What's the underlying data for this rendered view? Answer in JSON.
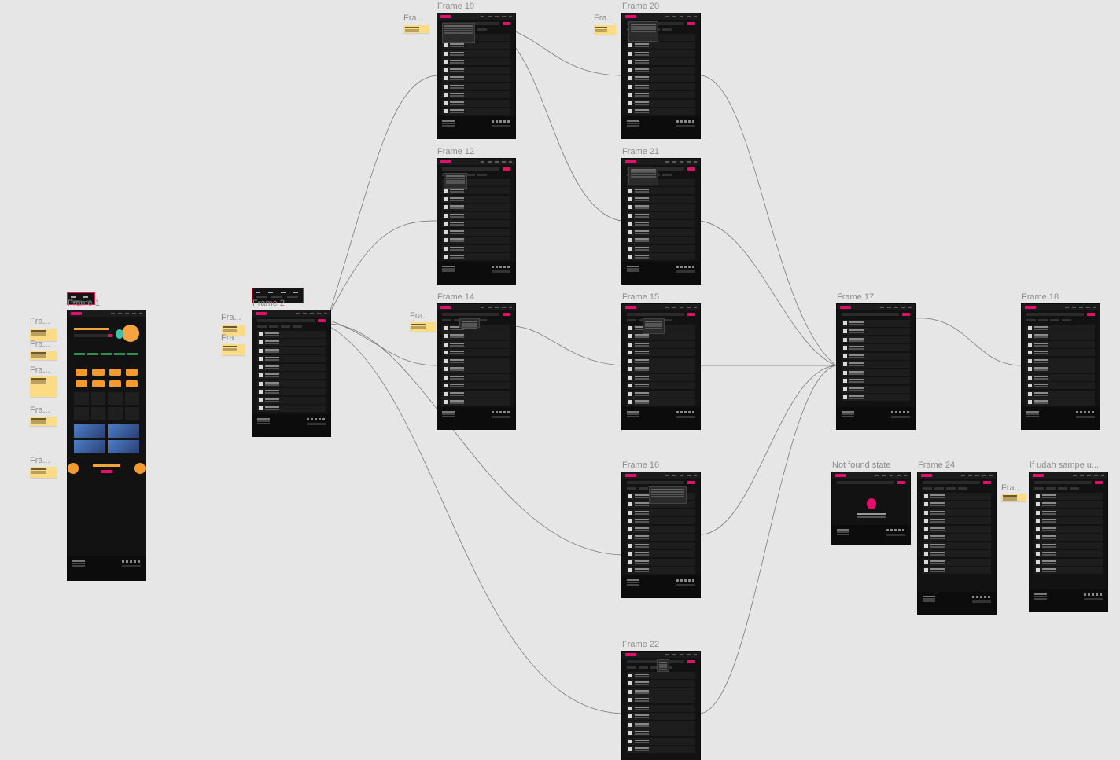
{
  "canvas": {
    "background": "#e6e6e6"
  },
  "frames": [
    {
      "id": "frame-1",
      "label": "Frame 1"
    },
    {
      "id": "frame-2",
      "label": "Frame 2"
    },
    {
      "id": "frame-19",
      "label": "Frame 19"
    },
    {
      "id": "frame-12",
      "label": "Frame 12"
    },
    {
      "id": "frame-14",
      "label": "Frame 14"
    },
    {
      "id": "frame-20",
      "label": "Frame 20"
    },
    {
      "id": "frame-21",
      "label": "Frame 21"
    },
    {
      "id": "frame-15",
      "label": "Frame 15"
    },
    {
      "id": "frame-16",
      "label": "Frame 16"
    },
    {
      "id": "frame-22",
      "label": "Frame 22"
    },
    {
      "id": "frame-17",
      "label": "Frame 17"
    },
    {
      "id": "frame-18",
      "label": "Frame 18"
    },
    {
      "id": "not-found",
      "label": "Not found state"
    },
    {
      "id": "frame-24",
      "label": "Frame 24"
    },
    {
      "id": "frame-last",
      "label": "If udah sampe u..."
    }
  ],
  "annotation_labels": {
    "truncated": "Fra..."
  },
  "colors": {
    "accent": "#e3106b",
    "orange": "#f0a43a",
    "dark_bg": "#121212",
    "sticky_note": "#fbdc84",
    "wire": "#6a6a6a"
  }
}
